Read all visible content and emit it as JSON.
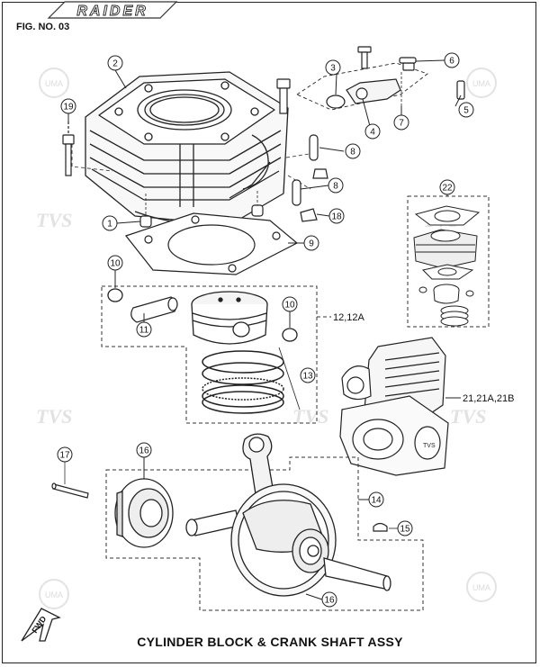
{
  "logo_text": "RAIDER",
  "fig_label": "FIG. NO. 03",
  "caption": "CYLINDER BLOCK & CRANK SHAFT ASSY",
  "fwd_label": "FWD",
  "watermarks": [
    "TVS",
    "UMA"
  ],
  "callouts": {
    "c1": "1",
    "c2": "2",
    "c3": "3",
    "c4": "4",
    "c5": "5",
    "c6": "6",
    "c7": "7",
    "c8a": "8",
    "c8b": "8",
    "c9": "9",
    "c10a": "10",
    "c10b": "10",
    "c11": "11",
    "c13": "13",
    "c14": "14",
    "c15": "15",
    "c16a": "16",
    "c16b": "16",
    "c17": "17",
    "c18": "18",
    "c19": "19",
    "c22": "22"
  },
  "side_labels": {
    "piston_assy": "12,12A",
    "engine_assy": "21,21A,21B"
  }
}
